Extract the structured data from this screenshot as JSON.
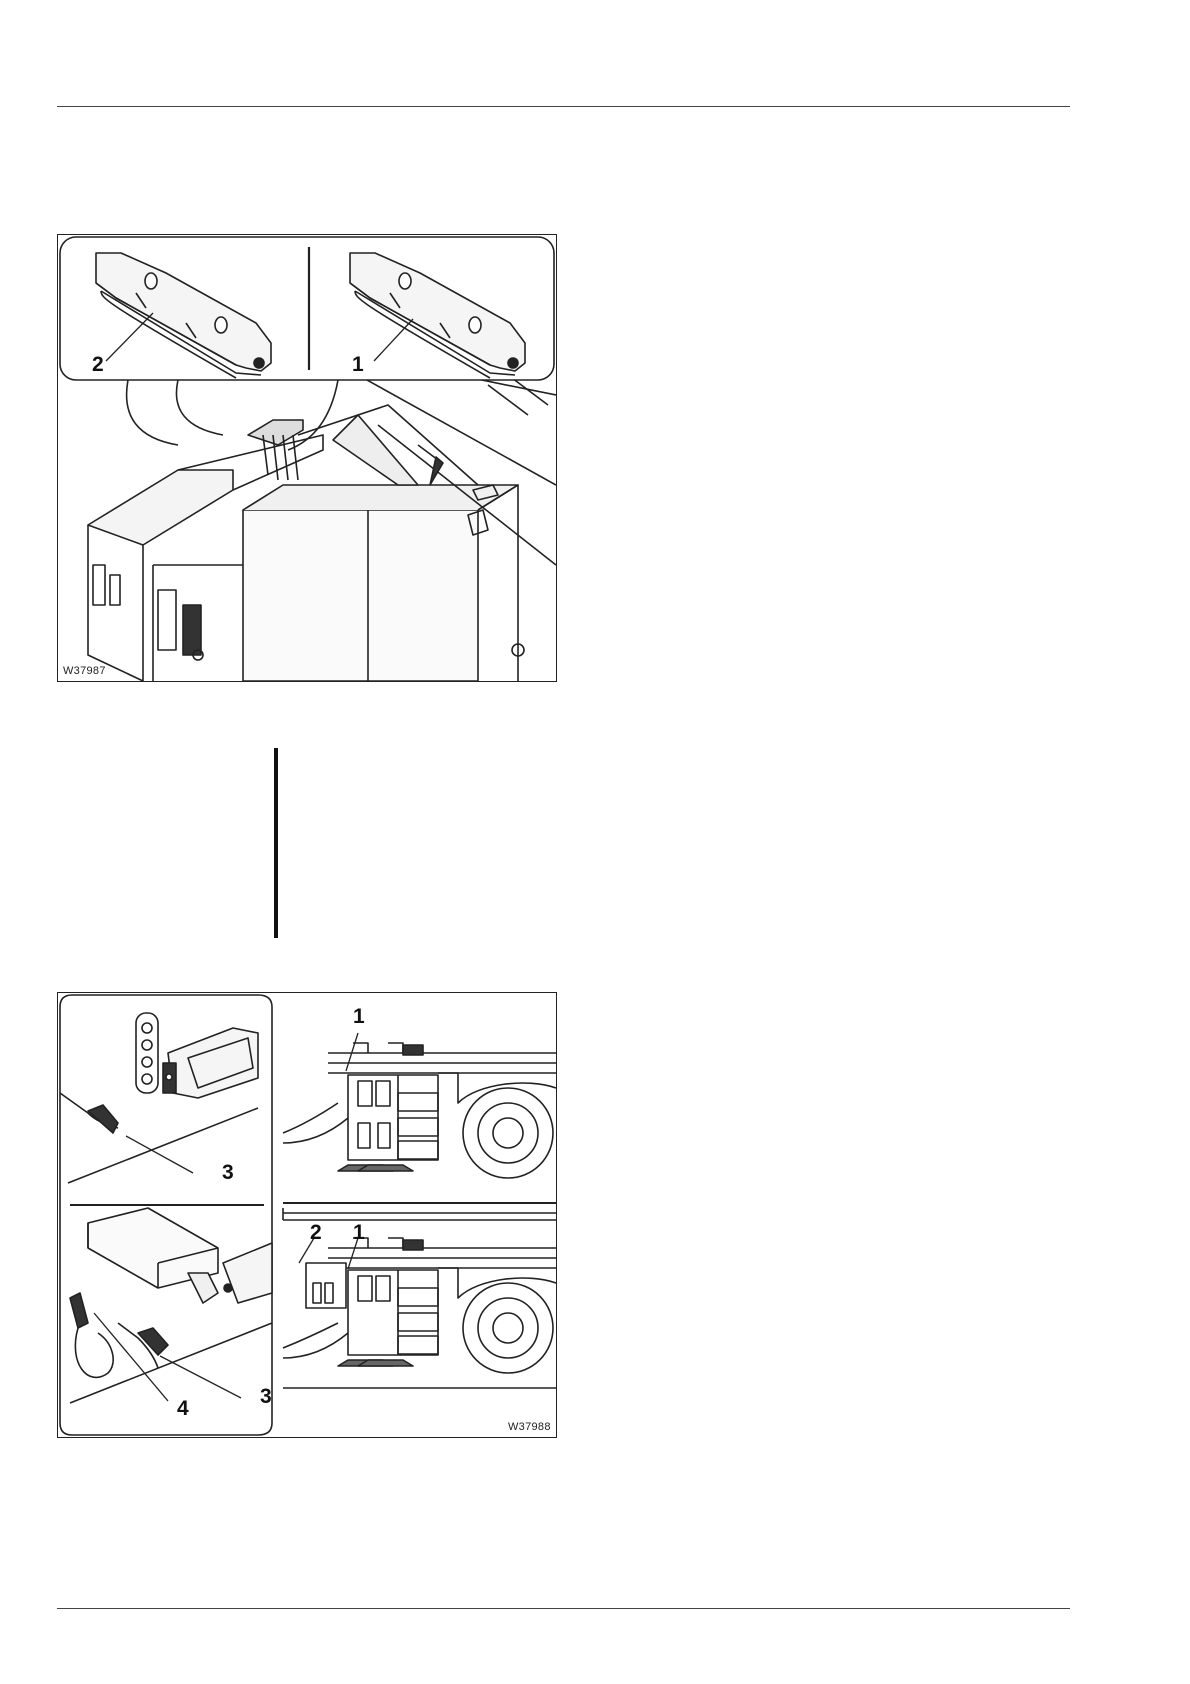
{
  "figures": [
    {
      "code": "W37987",
      "callouts": [
        "2",
        "1"
      ]
    },
    {
      "code": "W37988",
      "callouts": [
        "1",
        "3",
        "2",
        "1",
        "4",
        "3"
      ]
    }
  ]
}
